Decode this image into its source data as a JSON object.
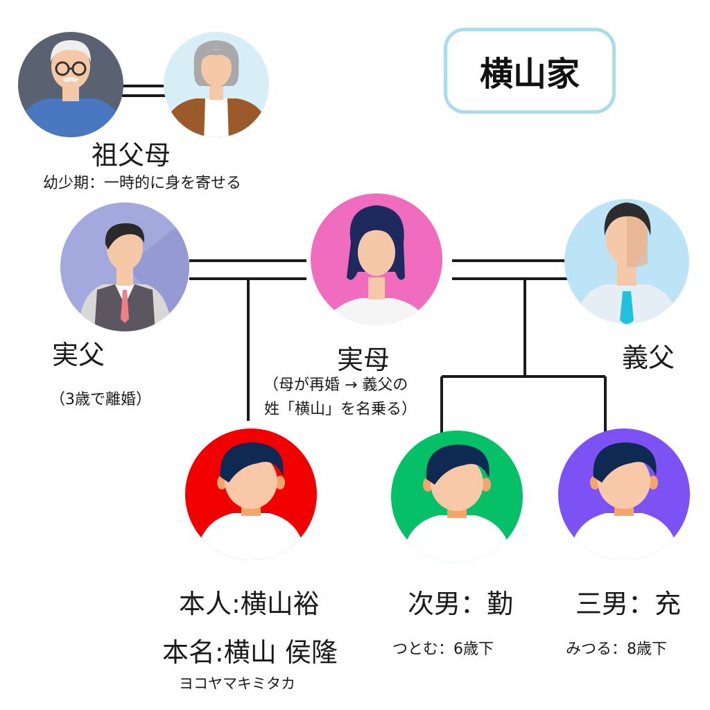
{
  "family_title": "横山家",
  "colors": {
    "line": "#1a1a1a",
    "family_box_border": "#a8dde9",
    "grandfather_bg": "#5a6272",
    "grandmother_bg": "#d7eef7",
    "birth_father_bg": "#a3a9dc",
    "mother_bg": "#f06cbf",
    "stepfather_bg": "#bce3f6",
    "self_bg": "#f20000",
    "second_son_bg": "#05c067",
    "third_son_bg": "#7c52f5"
  },
  "grandparents": {
    "label": "祖父母",
    "note": "幼少期：一時的に身を寄せる"
  },
  "birth_father": {
    "label": "実父",
    "note": "（3歳で離婚）"
  },
  "mother": {
    "label": "実母",
    "note_line1": "（母が再婚 → 義父の",
    "note_line2": "姓「横山」を名乗る）"
  },
  "stepfather": {
    "label": "義父"
  },
  "self": {
    "label": "本人:横山裕",
    "real_name": "本名:横山 侯隆",
    "reading": "ヨコヤマキミタカ"
  },
  "second_son": {
    "label": "次男：勤",
    "note": "つとむ：6歳下"
  },
  "third_son": {
    "label": "三男：充",
    "note": "みつる：8歳下"
  }
}
